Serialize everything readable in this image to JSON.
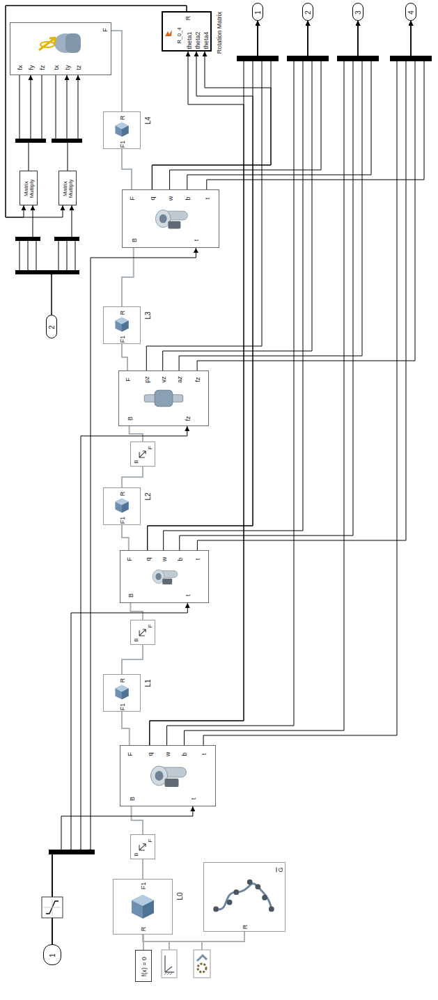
{
  "diagram": {
    "nodes": [
      {
        "text": [
          "1"
        ]
      },
      {
        "text": [
          "f(x) = 0"
        ]
      },
      {
        "text": [
          "F1",
          "R",
          "L0"
        ]
      },
      {
        "text": [
          "G",
          "R"
        ]
      },
      {
        "text": [
          "F",
          "B"
        ]
      },
      {
        "text": [
          "F",
          "q",
          "w",
          "b",
          "t",
          "B",
          "t"
        ]
      },
      {
        "text": [
          "R",
          "F1",
          "L1"
        ]
      },
      {
        "text": [
          "F",
          "B"
        ]
      },
      {
        "text": [
          "F",
          "q",
          "w",
          "b",
          "t",
          "B",
          "t"
        ]
      },
      {
        "text": [
          "R",
          "F1",
          "L2"
        ]
      },
      {
        "text": [
          "F",
          "B"
        ]
      },
      {
        "text": [
          "F",
          "pz",
          "vz",
          "az",
          "fz",
          "B",
          "fz"
        ]
      },
      {
        "text": [
          "R",
          "F1",
          "L3"
        ]
      },
      {
        "text": [
          "F",
          "q",
          "w",
          "b",
          "t",
          "B",
          "t"
        ]
      },
      {
        "text": [
          "R",
          "F1",
          "L4"
        ]
      },
      {
        "text": [
          "2"
        ]
      },
      {
        "text": [
          "Matrix Multiply"
        ]
      },
      {
        "text": [
          "Matrix Multiply"
        ]
      },
      {
        "text": [
          "fx",
          "fy",
          "fz",
          "tx",
          "ty",
          "tz",
          "F"
        ]
      },
      {
        "text": [
          "R",
          "theta1",
          "theta2",
          "theta4",
          "R_0_4",
          "Rotation Matrix"
        ]
      },
      {
        "text": [
          "1"
        ]
      },
      {
        "text": [
          "2"
        ]
      },
      {
        "text": [
          "3"
        ]
      },
      {
        "text": [
          "4"
        ]
      }
    ],
    "edges": [
      {
        "from": 2,
        "to": 1,
        "arrow": "none"
      },
      {
        "from": 2,
        "to": 3,
        "arrow": "none"
      },
      {
        "from": 2,
        "to": 4,
        "arrow": "none"
      },
      {
        "from": 4,
        "to": 5,
        "arrow": "none"
      },
      {
        "from": 5,
        "to": 6,
        "arrow": "none"
      },
      {
        "from": 6,
        "to": 7,
        "arrow": "none"
      },
      {
        "from": 7,
        "to": 8,
        "arrow": "none"
      },
      {
        "from": 8,
        "to": 9,
        "arrow": "none"
      },
      {
        "from": 9,
        "to": 10,
        "arrow": "none"
      },
      {
        "from": 10,
        "to": 11,
        "arrow": "none"
      },
      {
        "from": 11,
        "to": 12,
        "arrow": "none"
      },
      {
        "from": 12,
        "to": 13,
        "arrow": "none"
      },
      {
        "from": 13,
        "to": 14,
        "arrow": "none"
      },
      {
        "from": 14,
        "to": 18,
        "arrow": "none"
      },
      {
        "from": 0,
        "to": 5,
        "arrow": "to"
      },
      {
        "from": 0,
        "to": 8,
        "arrow": "to"
      },
      {
        "from": 0,
        "to": 11,
        "arrow": "to"
      },
      {
        "from": 0,
        "to": 13,
        "arrow": "to"
      },
      {
        "from": 5,
        "to": 19,
        "arrow": "to"
      },
      {
        "from": 8,
        "to": 19,
        "arrow": "to"
      },
      {
        "from": 13,
        "to": 19,
        "arrow": "to"
      },
      {
        "from": 19,
        "to": 16,
        "arrow": "to"
      },
      {
        "from": 19,
        "to": 17,
        "arrow": "to"
      },
      {
        "from": 16,
        "to": 18,
        "arrow": "to"
      },
      {
        "from": 17,
        "to": 18,
        "arrow": "to"
      },
      {
        "from": 15,
        "to": 16,
        "arrow": "to"
      },
      {
        "from": 15,
        "to": 17,
        "arrow": "to"
      },
      {
        "from": 5,
        "to": 20,
        "arrow": "to"
      },
      {
        "from": 5,
        "to": 21,
        "arrow": "to"
      },
      {
        "from": 5,
        "to": 22,
        "arrow": "to"
      },
      {
        "from": 5,
        "to": 23,
        "arrow": "to"
      },
      {
        "from": 8,
        "to": 20,
        "arrow": "to"
      },
      {
        "from": 8,
        "to": 21,
        "arrow": "to"
      },
      {
        "from": 8,
        "to": 22,
        "arrow": "to"
      },
      {
        "from": 8,
        "to": 23,
        "arrow": "to"
      },
      {
        "from": 11,
        "to": 20,
        "arrow": "to"
      },
      {
        "from": 11,
        "to": 21,
        "arrow": "to"
      },
      {
        "from": 11,
        "to": 22,
        "arrow": "to"
      },
      {
        "from": 11,
        "to": 23,
        "arrow": "to"
      },
      {
        "from": 13,
        "to": 20,
        "arrow": "to"
      },
      {
        "from": 13,
        "to": 21,
        "arrow": "to"
      },
      {
        "from": 13,
        "to": 22,
        "arrow": "to"
      },
      {
        "from": 13,
        "to": 23,
        "arrow": "to"
      }
    ]
  }
}
